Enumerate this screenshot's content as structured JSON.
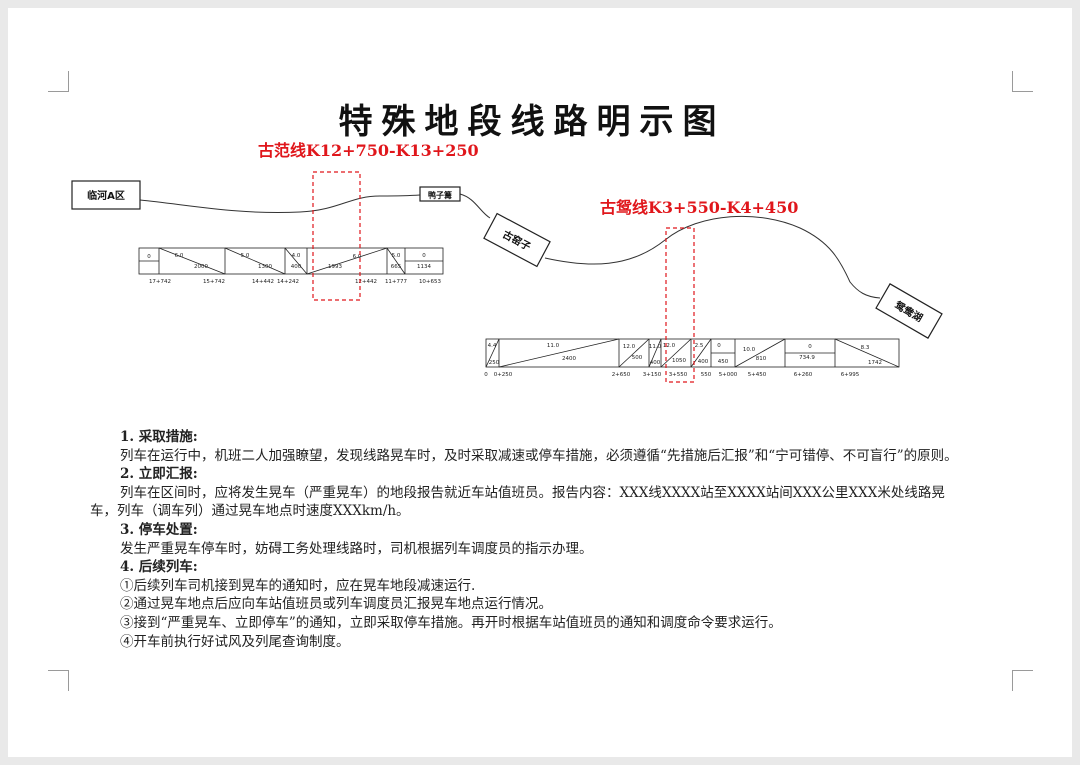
{
  "title": "特殊地段线路明示图",
  "diagram": {
    "sections": [
      {
        "label": "古范线K12+750-K13+250"
      },
      {
        "label": "古鸳线K3+550-K4+450"
      }
    ],
    "stations": [
      "临河A区",
      "鸭子篝",
      "古窑子",
      "鸳鸯湖"
    ],
    "profile_1": {
      "grades": [
        "0",
        "6.0",
        "5.0",
        "4.0",
        "6.0",
        "5.0",
        "0"
      ],
      "lengths": [
        "2000",
        "1300",
        "400",
        "1993",
        "665",
        "1134"
      ],
      "chainages": [
        "17+742",
        "15+742",
        "14+442",
        "14+242",
        "12+442",
        "11+777",
        "10+653"
      ]
    },
    "profile_2": {
      "grades": [
        "4.4",
        "11.0",
        "12.0",
        "11.0",
        "12.0",
        "2.5",
        "0",
        "10.0",
        "0",
        "8.3"
      ],
      "lengths": [
        "250",
        "2400",
        "500",
        "400",
        "1050",
        "400",
        "450",
        "810",
        "734.9",
        "1742"
      ],
      "chainages": [
        "0",
        "0+250",
        "2+650",
        "3+150",
        "3+550",
        "550",
        "5+000",
        "5+450",
        "6+260",
        "6+995"
      ]
    }
  },
  "instructions": [
    {
      "type": "h",
      "text": "1. 采取措施:"
    },
    {
      "type": "p",
      "text": "列车在运行中，机班二人加强瞭望，发现线路晃车时，及时采取减速或停车措施，必须遵循“先措施后汇报”和“宁可错停、不可盲行”的原则。"
    },
    {
      "type": "h",
      "text": "2. 立即汇报:"
    },
    {
      "type": "p",
      "text": "列车在区间时，应将发生晃车（严重晃车）的地段报告就近车站值班员。报告内容：XXX线XXXX站至XXXX站间XXX公里XXX米处线路晃车，列车（调车列）通过晃车地点时速度XXXkm/h。"
    },
    {
      "type": "h",
      "text": "3. 停车处置:"
    },
    {
      "type": "p",
      "text": "发生严重晃车停车时，妨碍工务处理线路时，司机根据列车调度员的指示办理。"
    },
    {
      "type": "h",
      "text": "4. 后续列车:"
    },
    {
      "type": "li",
      "text": "①后续列车司机接到晃车的通知时，应在晃车地段减速运行."
    },
    {
      "type": "li",
      "text": "②通过晃车地点后应向车站值班员或列车调度员汇报晃车地点运行情况。"
    },
    {
      "type": "li",
      "text": "③接到“严重晃车、立即停车”的通知，立即采取停车措施。再开时根据车站值班员的通知和调度命令要求运行。"
    },
    {
      "type": "li",
      "text": "④开车前执行好试风及列尾查询制度。"
    }
  ],
  "colors": {
    "highlight": "#e0161b",
    "ink": "#111111"
  }
}
